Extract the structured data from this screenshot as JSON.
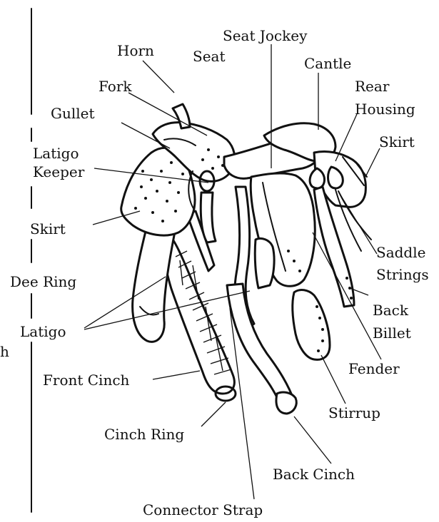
{
  "labels": {
    "horn": "Horn",
    "seat": "Seat",
    "seat_jockey": "Seat Jockey",
    "cantle": "Cantle",
    "fork": "Fork",
    "rear_housing_1": "Rear",
    "rear_housing_2": "Housing",
    "gullet": "Gullet",
    "skirt_right": "Skirt",
    "latigo_keeper_1": "Latigo",
    "latigo_keeper_2": "Keeper",
    "skirt_left": "Skirt",
    "saddle_strings_1": "Saddle",
    "saddle_strings_2": "Strings",
    "dee_ring": "Dee Ring",
    "back_billet_1": "Back",
    "back_billet_2": "Billet",
    "latigo": "Latigo",
    "fragment": "h",
    "fender": "Fender",
    "front_cinch": "Front Cinch",
    "stirrup": "Stirrup",
    "cinch_ring": "Cinch Ring",
    "back_cinch": "Back Cinch",
    "connector_strap": "Connector Strap"
  }
}
